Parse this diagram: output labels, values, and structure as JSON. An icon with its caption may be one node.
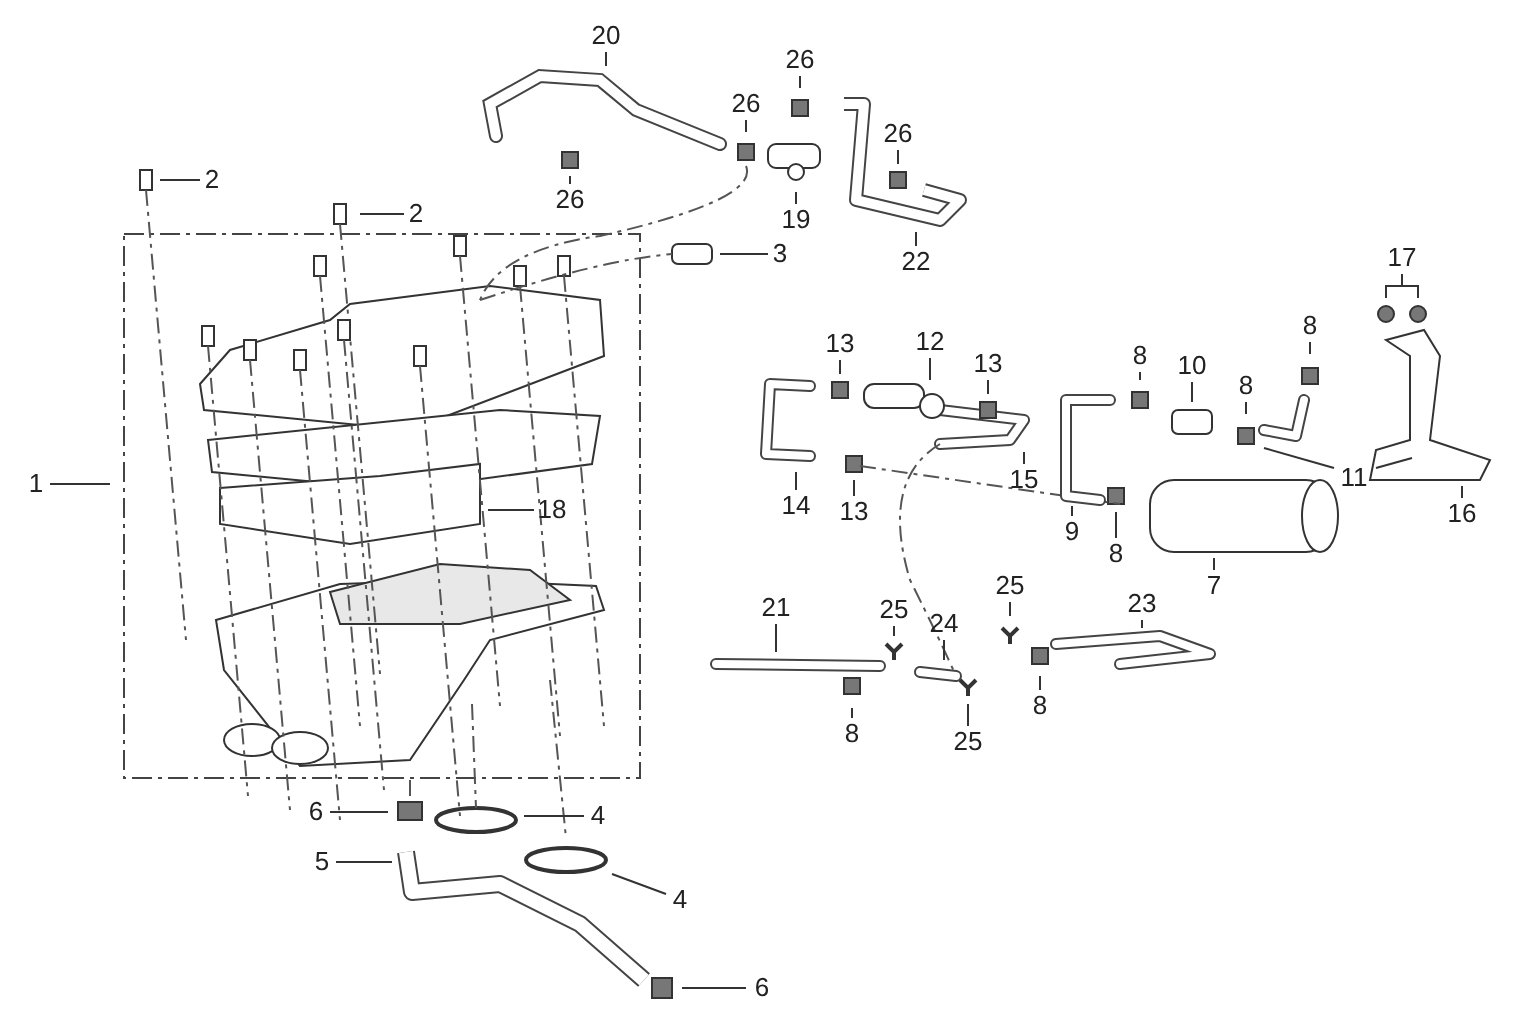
{
  "diagram": {
    "nodes": [
      {
        "text": [
          "20"
        ]
      },
      {
        "text": [
          "26"
        ]
      },
      {
        "text": [
          "26"
        ]
      },
      {
        "text": [
          "26"
        ]
      },
      {
        "text": [
          "2"
        ]
      },
      {
        "text": [
          "26"
        ]
      },
      {
        "text": [
          "19"
        ]
      },
      {
        "text": [
          "2"
        ]
      },
      {
        "text": [
          "3"
        ]
      },
      {
        "text": [
          "17"
        ]
      },
      {
        "text": [
          "22"
        ]
      },
      {
        "text": [
          "8"
        ]
      },
      {
        "text": [
          "12"
        ]
      },
      {
        "text": [
          "13"
        ]
      },
      {
        "text": [
          "8"
        ]
      },
      {
        "text": [
          "13"
        ]
      },
      {
        "text": [
          "10"
        ]
      },
      {
        "text": [
          "8"
        ]
      },
      {
        "text": [
          "11"
        ]
      },
      {
        "text": [
          "15"
        ]
      },
      {
        "text": [
          "1"
        ]
      },
      {
        "text": [
          "14"
        ]
      },
      {
        "text": [
          "18"
        ]
      },
      {
        "text": [
          "13"
        ]
      },
      {
        "text": [
          "16"
        ]
      },
      {
        "text": [
          "9"
        ]
      },
      {
        "text": [
          "8"
        ]
      },
      {
        "text": [
          "25"
        ]
      },
      {
        "text": [
          "7"
        ]
      },
      {
        "text": [
          "23"
        ]
      },
      {
        "text": [
          "21"
        ]
      },
      {
        "text": [
          "25"
        ]
      },
      {
        "text": [
          "24"
        ]
      },
      {
        "text": [
          "8"
        ]
      },
      {
        "text": [
          "8"
        ]
      },
      {
        "text": [
          "25"
        ]
      },
      {
        "text": [
          "6"
        ]
      },
      {
        "text": [
          "4"
        ]
      },
      {
        "text": [
          "5"
        ]
      },
      {
        "text": [
          "4"
        ]
      },
      {
        "text": [
          "6"
        ]
      }
    ],
    "edges": [
      {
        "from": 0,
        "to": null,
        "arrow": "none"
      },
      {
        "from": 1,
        "to": null,
        "arrow": "none"
      },
      {
        "from": 2,
        "to": null,
        "arrow": "none"
      },
      {
        "from": 3,
        "to": null,
        "arrow": "none"
      },
      {
        "from": 4,
        "to": null,
        "arrow": "none"
      },
      {
        "from": 5,
        "to": null,
        "arrow": "none"
      },
      {
        "from": 6,
        "to": null,
        "arrow": "none"
      },
      {
        "from": 7,
        "to": null,
        "arrow": "none"
      },
      {
        "from": 8,
        "to": null,
        "arrow": "none"
      },
      {
        "from": 9,
        "to": null,
        "arrow": "none"
      },
      {
        "from": 9,
        "to": null,
        "arrow": "none"
      },
      {
        "from": 10,
        "to": null,
        "arrow": "none"
      },
      {
        "from": 11,
        "to": null,
        "arrow": "none"
      },
      {
        "from": 12,
        "to": null,
        "arrow": "none"
      },
      {
        "from": 13,
        "to": null,
        "arrow": "none"
      },
      {
        "from": 14,
        "to": null,
        "arrow": "none"
      },
      {
        "from": 15,
        "to": null,
        "arrow": "none"
      },
      {
        "from": 16,
        "to": null,
        "arrow": "none"
      },
      {
        "from": 17,
        "to": null,
        "arrow": "none"
      },
      {
        "from": 18,
        "to": null,
        "arrow": "none"
      },
      {
        "from": 18,
        "to": null,
        "arrow": "none"
      },
      {
        "from": 19,
        "to": null,
        "arrow": "none"
      },
      {
        "from": 20,
        "to": null,
        "arrow": "none"
      },
      {
        "from": 21,
        "to": null,
        "arrow": "none"
      },
      {
        "from": 22,
        "to": null,
        "arrow": "none"
      },
      {
        "from": 23,
        "to": null,
        "arrow": "none"
      },
      {
        "from": 24,
        "to": null,
        "arrow": "none"
      },
      {
        "from": 25,
        "to": null,
        "arrow": "none"
      },
      {
        "from": 26,
        "to": null,
        "arrow": "none"
      },
      {
        "from": 27,
        "to": null,
        "arrow": "none"
      },
      {
        "from": 28,
        "to": null,
        "arrow": "none"
      },
      {
        "from": 29,
        "to": null,
        "arrow": "none"
      },
      {
        "from": 30,
        "to": null,
        "arrow": "none"
      },
      {
        "from": 31,
        "to": null,
        "arrow": "none"
      },
      {
        "from": 32,
        "to": null,
        "arrow": "none"
      },
      {
        "from": 33,
        "to": null,
        "arrow": "none"
      },
      {
        "from": 34,
        "to": null,
        "arrow": "none"
      },
      {
        "from": 35,
        "to": null,
        "arrow": "none"
      },
      {
        "from": 36,
        "to": null,
        "arrow": "none"
      },
      {
        "from": 37,
        "to": null,
        "arrow": "none"
      },
      {
        "from": 38,
        "to": null,
        "arrow": "none"
      },
      {
        "from": 39,
        "to": null,
        "arrow": "none"
      },
      {
        "from": 40,
        "to": null,
        "arrow": "none"
      }
    ]
  }
}
